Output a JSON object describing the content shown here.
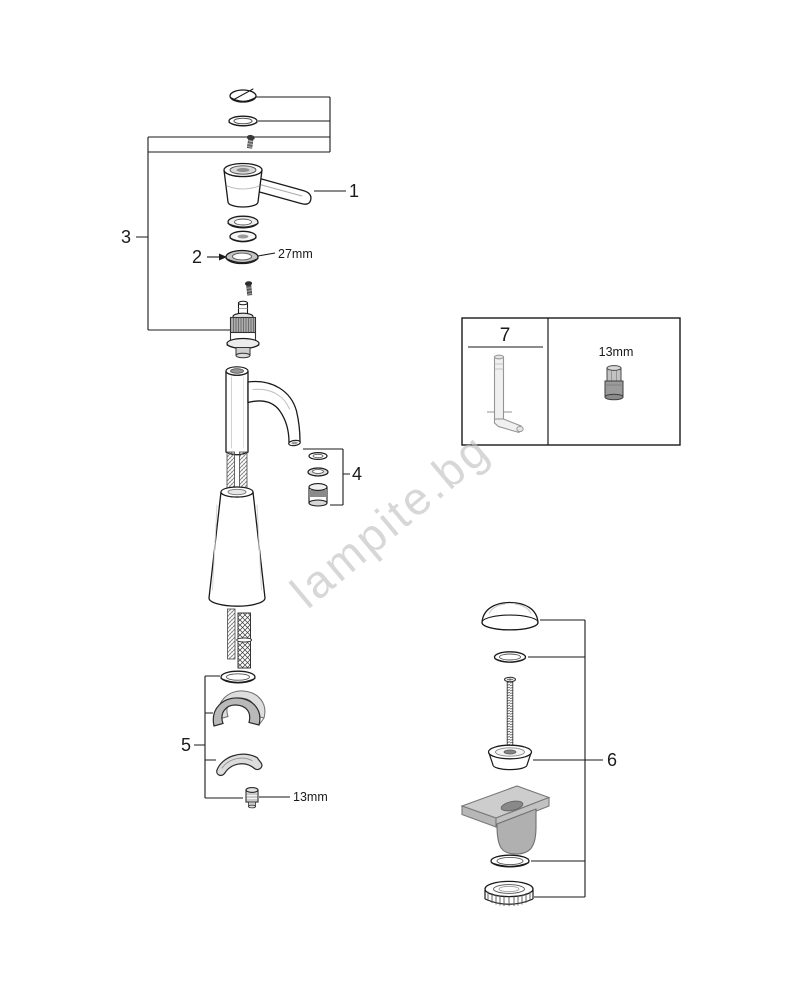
{
  "watermark": "lampite.bg",
  "callouts": {
    "c1": "1",
    "c2": "2",
    "c3": "3",
    "c4": "4",
    "c5": "5",
    "c6": "6",
    "c7": "7"
  },
  "labels": {
    "cartridge_ring_size": "27mm",
    "mounting_bolt_size": "13mm",
    "service_tool_size": "13mm"
  },
  "colors": {
    "line": "#1a1a1a",
    "watermark": "#c2c2c2",
    "ghost_part": "#b5b5b5"
  }
}
